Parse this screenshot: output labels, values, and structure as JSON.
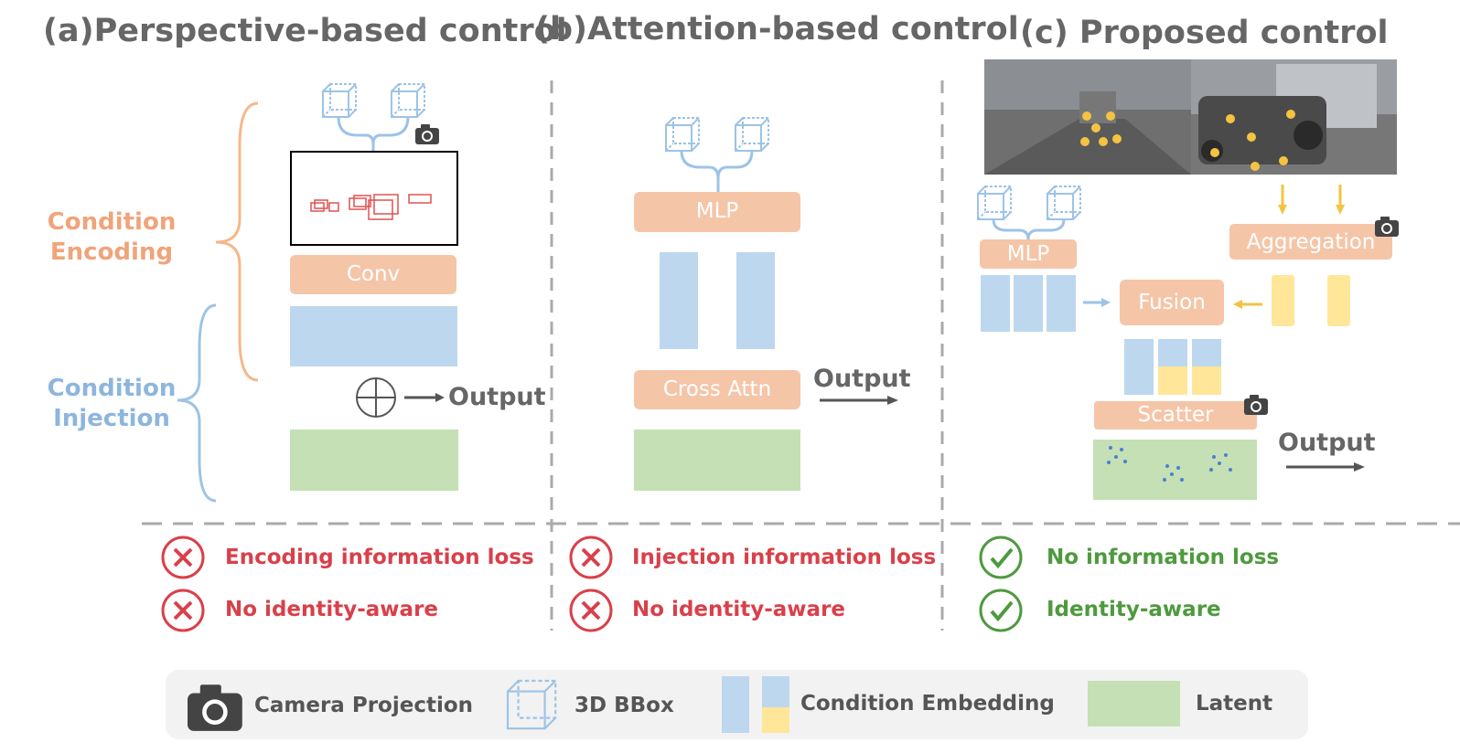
{
  "titles": {
    "a": "(a)Perspective-based control",
    "b": "(b)Attention-based control",
    "c": "(c) Proposed control"
  },
  "side_labels": {
    "encoding": "Condition Encoding",
    "injection": "Condition Injection"
  },
  "panel_a": {
    "conv": "Conv",
    "output": "Output"
  },
  "panel_b": {
    "mlp": "MLP",
    "cross_attn": "Cross Attn",
    "output": "Output"
  },
  "panel_c": {
    "mlp": "MLP",
    "aggregation": "Aggregation",
    "fusion": "Fusion",
    "scatter": "Scatter",
    "output": "Output"
  },
  "verdicts": {
    "a": [
      "Encoding information loss",
      "No identity-aware"
    ],
    "b": [
      "Injection information loss",
      "No identity-aware"
    ],
    "c": [
      "No information loss",
      "Identity-aware"
    ]
  },
  "legend": {
    "camera": "Camera Projection",
    "bbox": "3D BBox",
    "embedding": "Condition Embedding",
    "latent": "Latent"
  },
  "icons": [
    "camera-icon",
    "cube-icon",
    "cross-circle-icon",
    "check-circle-icon",
    "oplus-icon",
    "arrow-icon"
  ],
  "colors": {
    "orange": "#F5C5A8",
    "blue": "#BDD7EE",
    "green": "#C5E0B4",
    "yellow": "#FFE699",
    "red": "#D9404A",
    "check_green": "#4E9A3E",
    "title_gray": "#666666"
  }
}
